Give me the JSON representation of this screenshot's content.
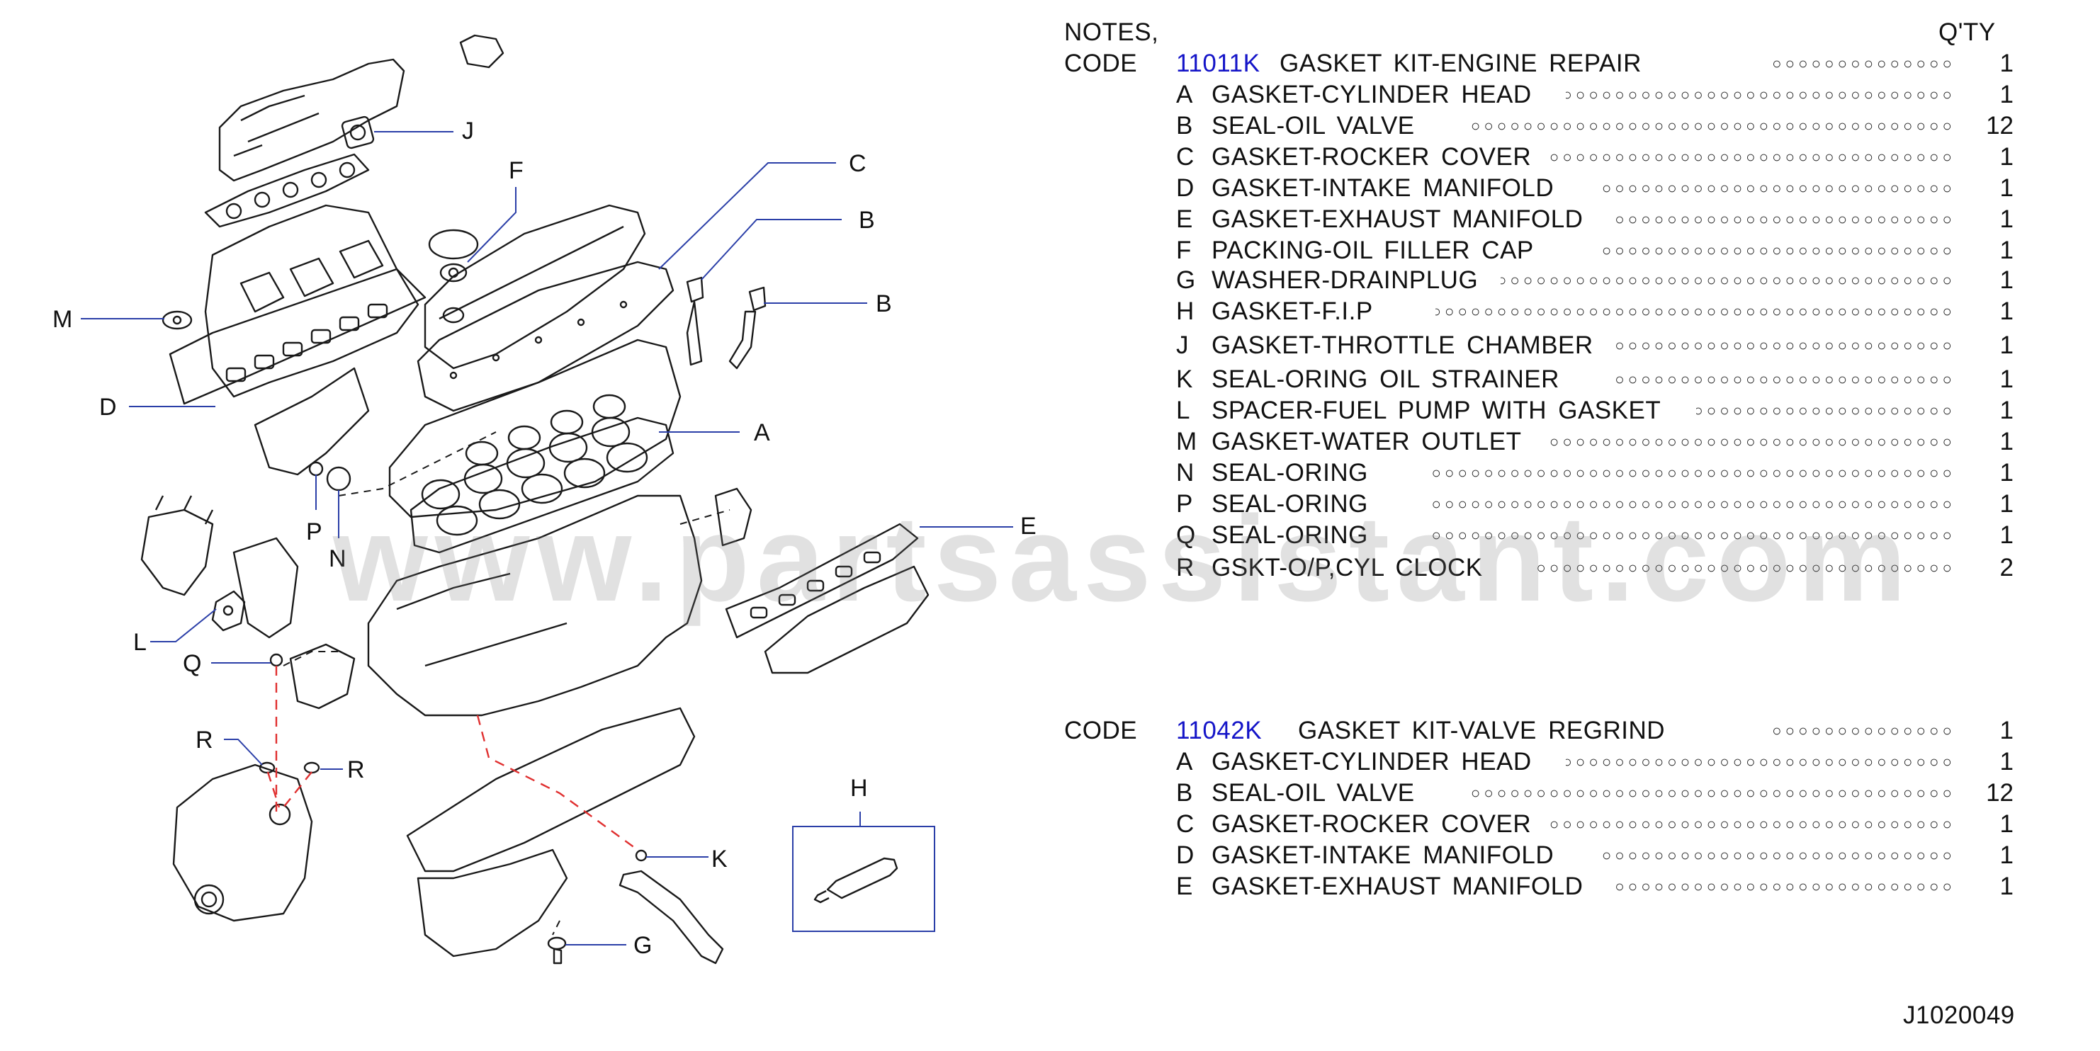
{
  "header": {
    "notes": "NOTES,",
    "qty": "Q'TY"
  },
  "kits": [
    {
      "code_label": "CODE",
      "code": "11011K",
      "title": "GASKET KIT-ENGINE REPAIR",
      "qty": "1",
      "items": [
        {
          "ref": "A",
          "name": "GASKET-CYLINDER HEAD",
          "qty": "1"
        },
        {
          "ref": "B",
          "name": "SEAL-OIL VALVE",
          "qty": "12"
        },
        {
          "ref": "C",
          "name": "GASKET-ROCKER COVER",
          "qty": "1"
        },
        {
          "ref": "D",
          "name": "GASKET-INTAKE MANIFOLD",
          "qty": "1"
        },
        {
          "ref": "E",
          "name": "GASKET-EXHAUST MANIFOLD",
          "qty": "1"
        },
        {
          "ref": "F",
          "name": "PACKING-OIL FILLER CAP",
          "qty": "1"
        },
        {
          "ref": "G",
          "name": "WASHER-DRAINPLUG",
          "qty": "1"
        },
        {
          "ref": "H",
          "name": "GASKET-F.I.P",
          "qty": "1"
        },
        {
          "ref": "J",
          "name": "GASKET-THROTTLE CHAMBER",
          "qty": "1"
        },
        {
          "ref": "K",
          "name": "SEAL-ORING OIL STRAINER",
          "qty": "1"
        },
        {
          "ref": "L",
          "name": "SPACER-FUEL PUMP WITH GASKET",
          "qty": "1"
        },
        {
          "ref": "M",
          "name": "GASKET-WATER OUTLET",
          "qty": "1"
        },
        {
          "ref": "N",
          "name": "SEAL-ORING",
          "qty": "1"
        },
        {
          "ref": "P",
          "name": "SEAL-ORING",
          "qty": "1"
        },
        {
          "ref": "Q",
          "name": "SEAL-ORING",
          "qty": "1"
        },
        {
          "ref": "R",
          "name": "GSKT-O/P,CYL CLOCK",
          "qty": "2"
        }
      ]
    },
    {
      "code_label": "CODE",
      "code": "11042K",
      "title": "GASKET KIT-VALVE REGRIND",
      "qty": "1",
      "items": [
        {
          "ref": "A",
          "name": "GASKET-CYLINDER HEAD",
          "qty": "1"
        },
        {
          "ref": "B",
          "name": "SEAL-OIL VALVE",
          "qty": "12"
        },
        {
          "ref": "C",
          "name": "GASKET-ROCKER COVER",
          "qty": "1"
        },
        {
          "ref": "D",
          "name": "GASKET-INTAKE MANIFOLD",
          "qty": "1"
        },
        {
          "ref": "E",
          "name": "GASKET-EXHAUST MANIFOLD",
          "qty": "1"
        }
      ]
    }
  ],
  "diagram_labels": {
    "J": "J",
    "F": "F",
    "C": "C",
    "B1": "B",
    "B2": "B",
    "M": "M",
    "D": "D",
    "A": "A",
    "P": "P",
    "N": "N",
    "E": "E",
    "L": "L",
    "Q": "Q",
    "R1": "R",
    "R2": "R",
    "H": "H",
    "K": "K",
    "G": "G"
  },
  "watermark": "www.partsassistant.com",
  "figure_id": "J1020049",
  "colors": {
    "code_link": "#1414c8",
    "leader": "#2b3fa8",
    "dash_red": "#e03030",
    "line": "#1a1a1a"
  }
}
